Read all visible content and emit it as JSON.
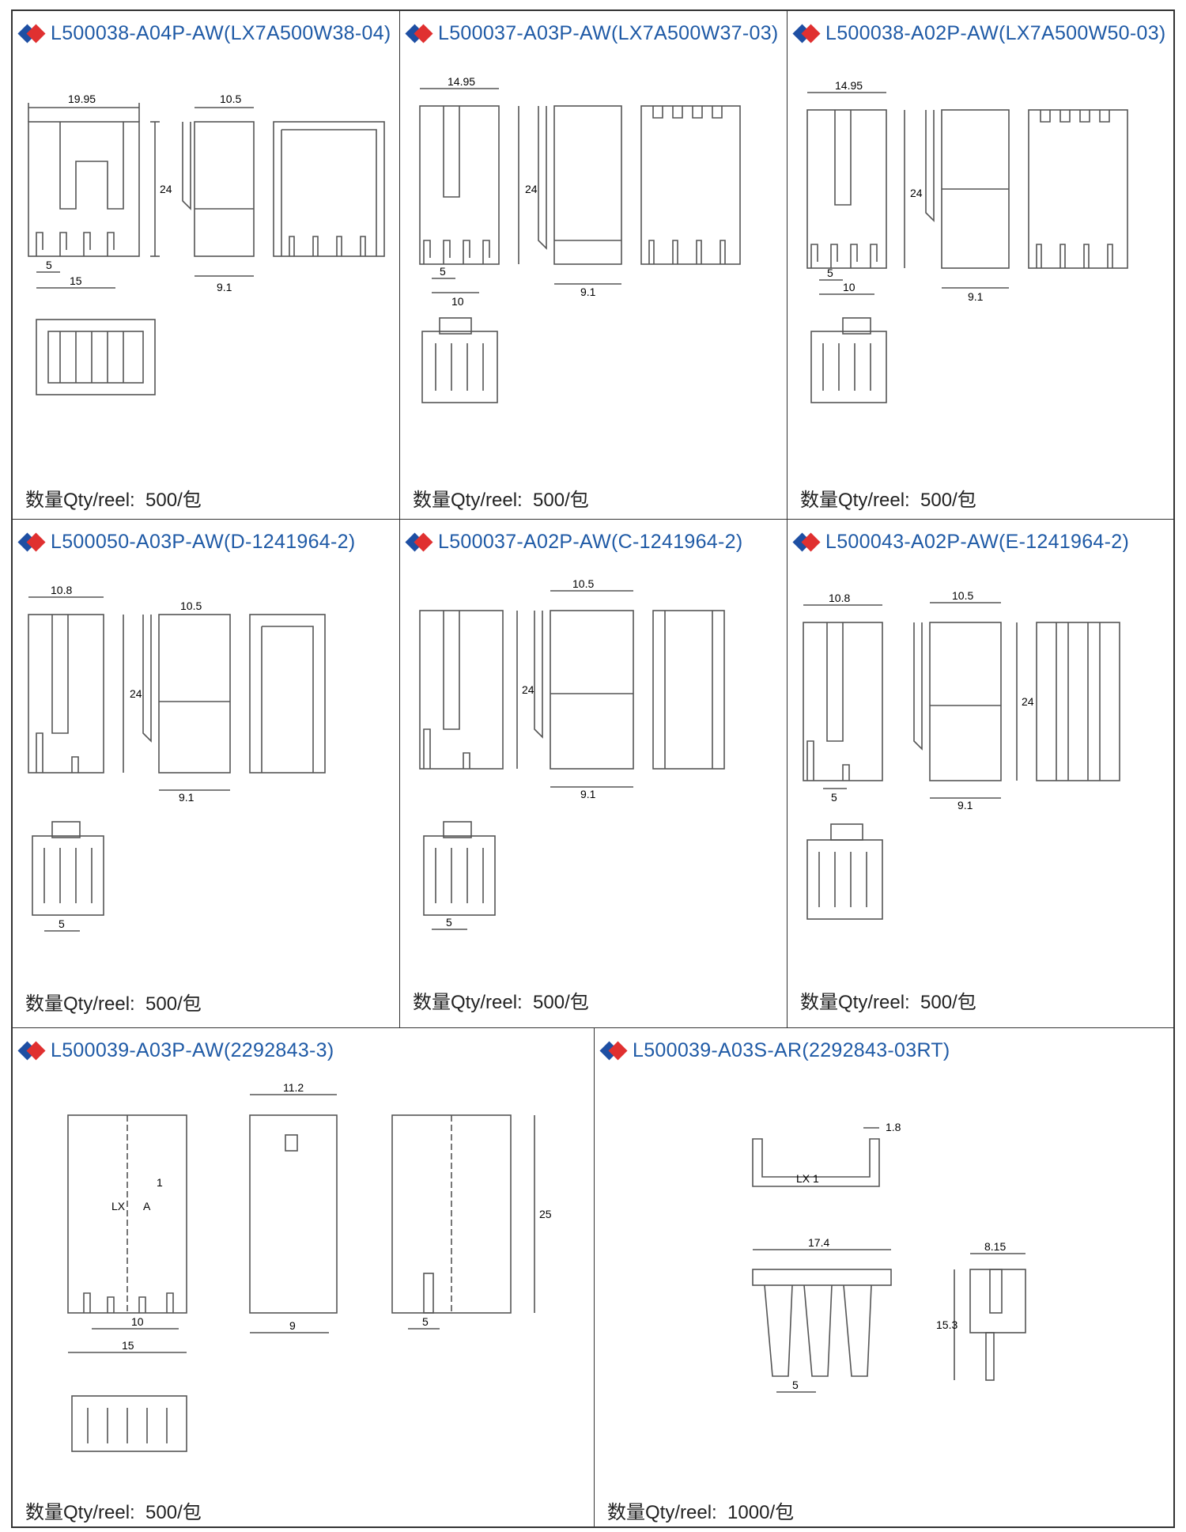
{
  "products": [
    {
      "title": "L500038-A04P-AW(LX7A500W38-04)",
      "qty_label": "数量Qty/reel:",
      "qty_value": "500/包",
      "dims": {
        "a": "19.95",
        "b": "10.5",
        "c": "24",
        "d": "5",
        "e": "15",
        "f": "9.1"
      }
    },
    {
      "title": "L500037-A03P-AW(LX7A500W37-03)",
      "qty_label": "数量Qty/reel:",
      "qty_value": "500/包",
      "dims": {
        "a": "14.95",
        "c": "24",
        "d": "5",
        "e": "10",
        "f": "9.1"
      }
    },
    {
      "title": "L500038-A02P-AW(LX7A500W50-03)",
      "qty_label": "数量Qty/reel:",
      "qty_value": "500/包",
      "dims": {
        "a": "14.95",
        "c": "24",
        "d": "5",
        "e": "10",
        "f": "9.1"
      }
    },
    {
      "title": "L500050-A03P-AW(D-1241964-2)",
      "qty_label": "数量Qty/reel:",
      "qty_value": "500/包",
      "dims": {
        "a": "10.8",
        "b": "10.5",
        "c": "24",
        "f": "9.1",
        "d": "5"
      }
    },
    {
      "title": "L500037-A02P-AW(C-1241964-2)",
      "qty_label": "数量Qty/reel:",
      "qty_value": "500/包",
      "dims": {
        "b": "10.5",
        "c": "24",
        "f": "9.1",
        "d": "5"
      }
    },
    {
      "title": "L500043-A02P-AW(E-1241964-2)",
      "qty_label": "数量Qty/reel:",
      "qty_value": "500/包",
      "dims": {
        "a": "10.8",
        "b": "10.5",
        "c": "24",
        "d": "5",
        "f": "9.1"
      }
    },
    {
      "title": "L500039-A03P-AW(2292843-3)",
      "qty_label": "数量Qty/reel:",
      "qty_value": "500/包",
      "dims": {
        "b": "11.2",
        "c": "25",
        "e": "10",
        "g": "15",
        "h": "9",
        "d": "5",
        "m1": "1",
        "m2": "LX",
        "m3": "A"
      }
    },
    {
      "title": "L500039-A03S-AR(2292843-03RT)",
      "qty_label": "数量Qty/reel:",
      "qty_value": "1000/包",
      "dims": {
        "t": "1.8",
        "m": "LX  1",
        "w": "17.4",
        "s": "8.15",
        "h": "15.3",
        "d": "5"
      }
    }
  ]
}
